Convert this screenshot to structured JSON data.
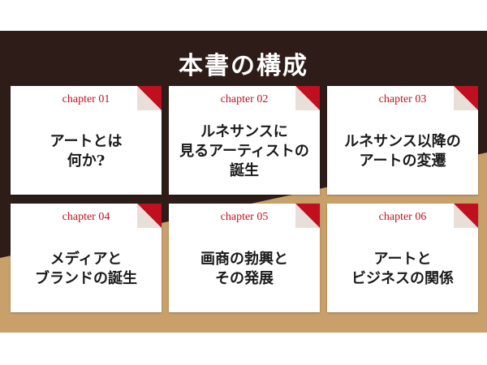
{
  "title": "本書の構成",
  "colors": {
    "dark": "#2e1c19",
    "gold": "#c9a06a",
    "accent": "#c0101f",
    "card": "#ffffff"
  },
  "chapters": [
    {
      "label": "chapter 01",
      "text": "アートとは\n何か?"
    },
    {
      "label": "chapter 02",
      "text": "ルネサンスに\n見るアーティストの\n誕生"
    },
    {
      "label": "chapter 03",
      "text": "ルネサンス以降の\nアートの変遷"
    },
    {
      "label": "chapter 04",
      "text": "メディアと\nブランドの誕生"
    },
    {
      "label": "chapter 05",
      "text": "画商の勃興と\nその発展"
    },
    {
      "label": "chapter 06",
      "text": "アートと\nビジネスの関係"
    }
  ]
}
